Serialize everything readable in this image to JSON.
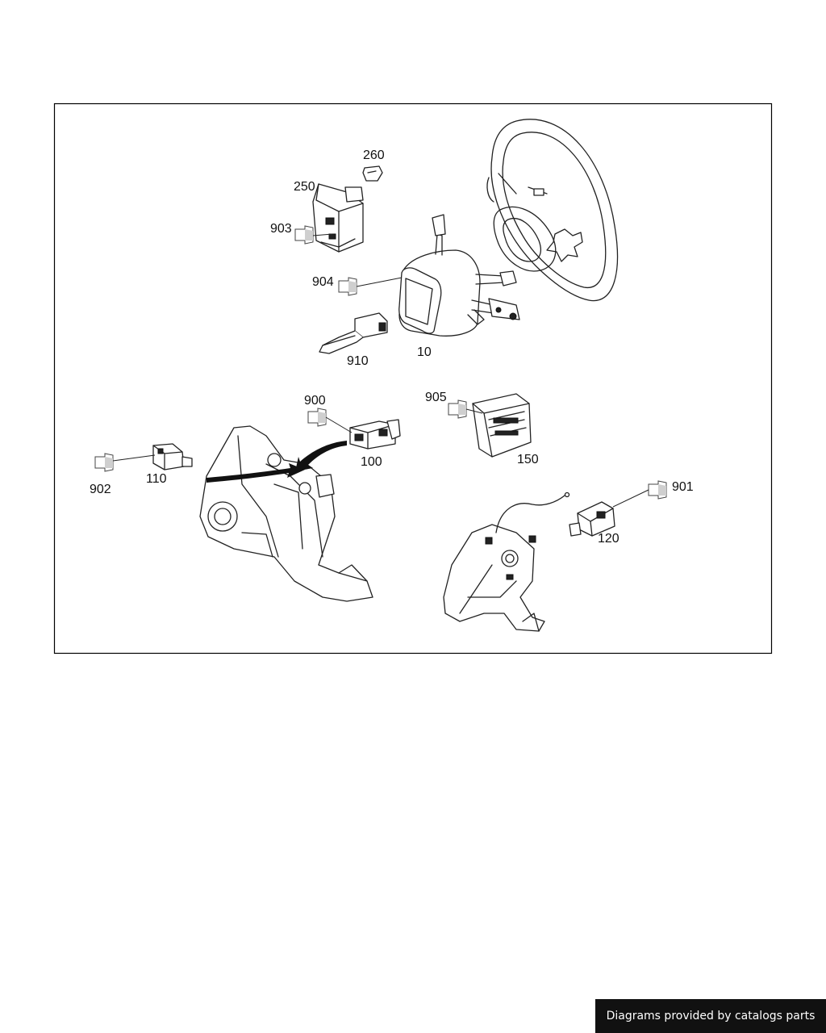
{
  "diagram": {
    "callouts": {
      "p260": "260",
      "p250": "250",
      "p903": "903",
      "p904": "904",
      "p910": "910",
      "p10": "10",
      "p900": "900",
      "p100": "100",
      "p905": "905",
      "p150": "150",
      "p902": "902",
      "p110": "110",
      "p901": "901",
      "p120": "120"
    }
  },
  "attribution": {
    "text": "Diagrams provided by catalogs parts"
  },
  "colors": {
    "line": "#222222",
    "frame": "#000000",
    "banner_bg": "#111111",
    "banner_text": "#ffffff"
  }
}
